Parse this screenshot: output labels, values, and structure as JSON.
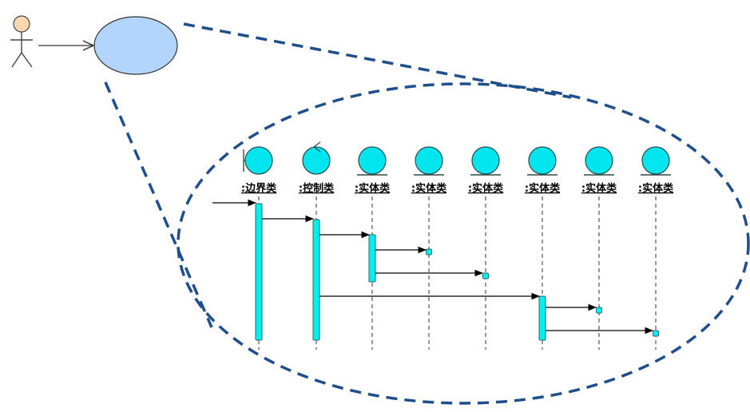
{
  "colors": {
    "use_case_fill": "#b3d4fc",
    "use_case_stroke": "#333333",
    "actor_head_fill": "#fbd6b0",
    "actor_stroke": "#444444",
    "zoom_dash": "#1f4e8c",
    "object_fill": "#00e5ee",
    "object_stroke": "#2a4a4a",
    "activation_fill": "#00f0f0",
    "message_line": "#000000",
    "lifeline": "#333333"
  },
  "lifelines": [
    {
      "label": ":边界类",
      "kind": "boundary"
    },
    {
      "label": ":控制类",
      "kind": "control"
    },
    {
      "label": ":实体类",
      "kind": "entity"
    },
    {
      "label": ":实体类",
      "kind": "entity"
    },
    {
      "label": ":实体类",
      "kind": "entity"
    },
    {
      "label": ":实体类",
      "kind": "entity"
    },
    {
      "label": ":实体类",
      "kind": "entity"
    },
    {
      "label": ":实体类",
      "kind": "entity"
    }
  ],
  "messages": [
    {
      "from": "external",
      "to": 0
    },
    {
      "from": 0,
      "to": 1
    },
    {
      "from": 1,
      "to": 2
    },
    {
      "from": 2,
      "to": 3
    },
    {
      "from": 2,
      "to": 4
    },
    {
      "from": 1,
      "to": 5
    },
    {
      "from": 5,
      "to": 6
    },
    {
      "from": 5,
      "to": 7
    }
  ]
}
